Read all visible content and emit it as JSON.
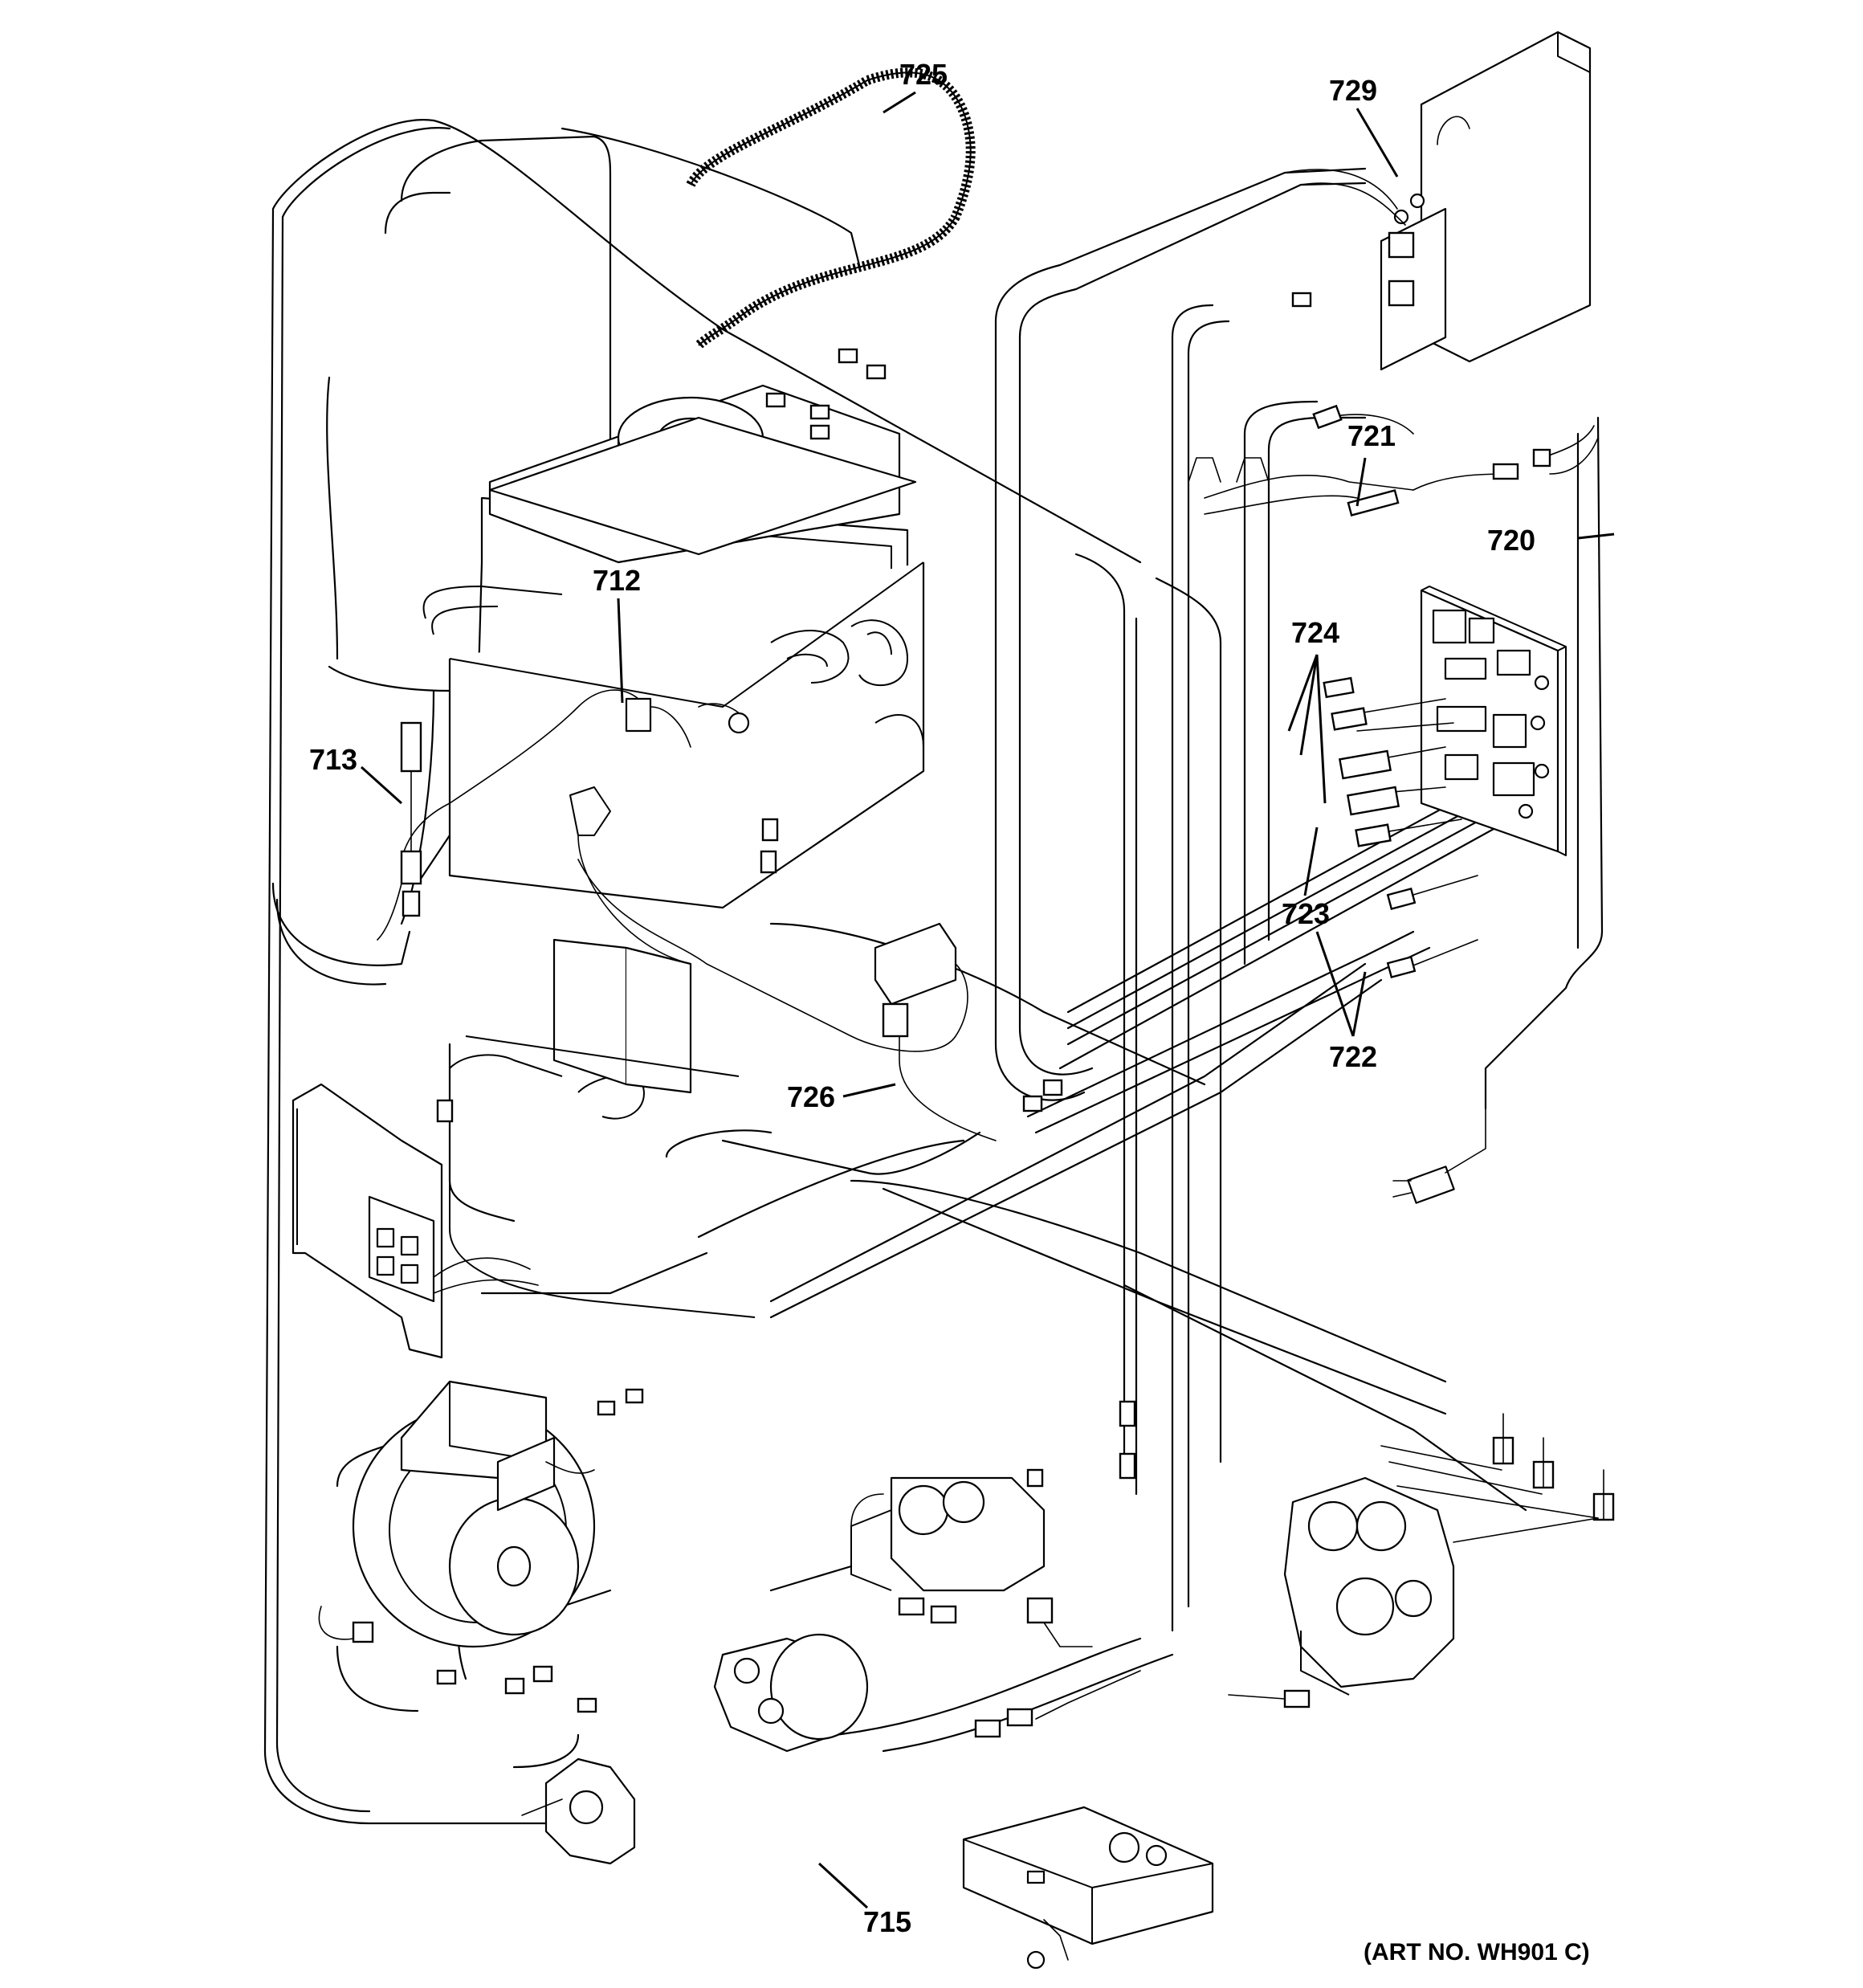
{
  "callouts": [
    {
      "id": "725",
      "text": "725"
    },
    {
      "id": "729",
      "text": "729"
    },
    {
      "id": "721",
      "text": "721"
    },
    {
      "id": "720",
      "text": "720"
    },
    {
      "id": "712",
      "text": "712"
    },
    {
      "id": "724",
      "text": "724"
    },
    {
      "id": "713",
      "text": "713"
    },
    {
      "id": "723",
      "text": "723"
    },
    {
      "id": "726",
      "text": "726"
    },
    {
      "id": "722",
      "text": "722"
    },
    {
      "id": "715",
      "text": "715"
    }
  ],
  "art_number": "(ART NO. WH901 C)"
}
